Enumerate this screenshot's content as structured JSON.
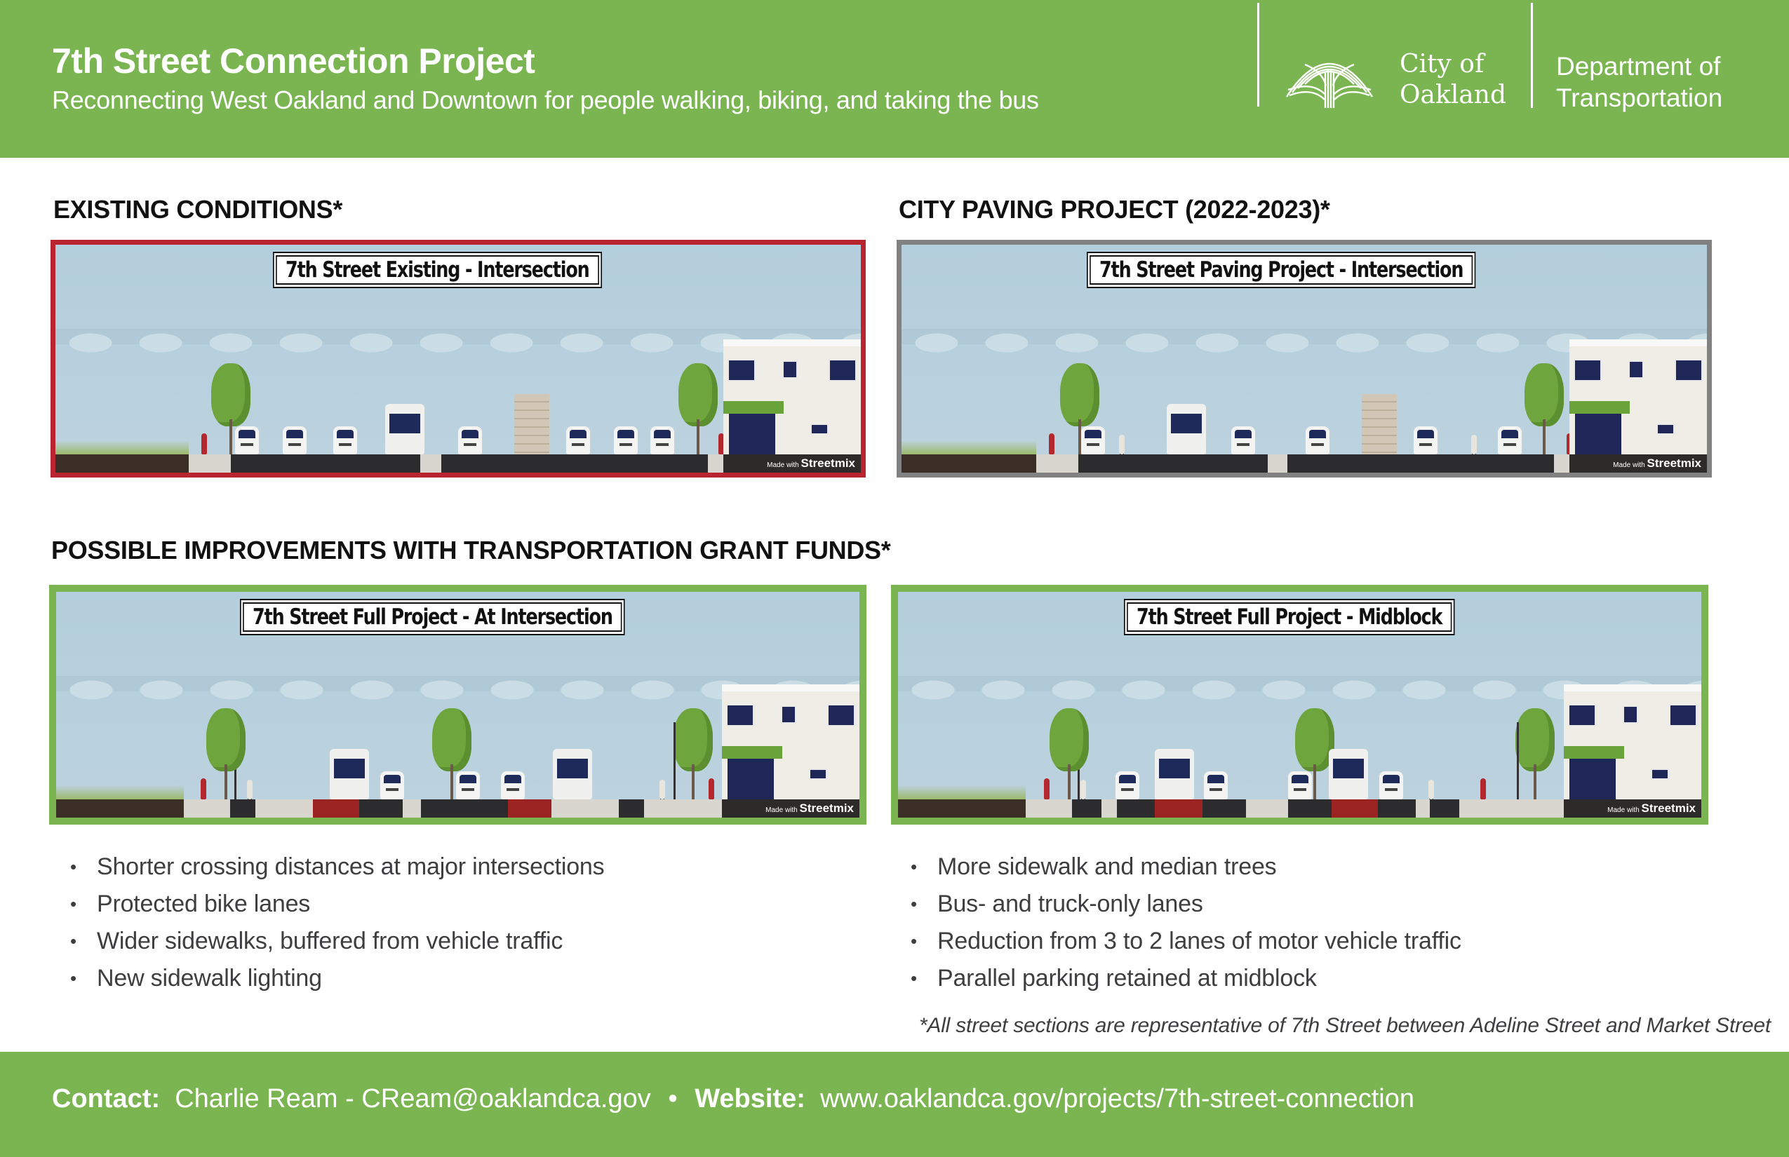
{
  "header": {
    "title": "7th Street Connection Project",
    "subtitle": "Reconnecting West Oakland and Downtown for people walking, biking, and taking the bus",
    "logo_icon": "oak-tree-logo-icon",
    "city_line1": "City of",
    "city_line2": "Oakland",
    "dept_line1": "Department of",
    "dept_line2": "Transportation",
    "color": "#7ab552"
  },
  "sections": {
    "existing_heading": "EXISTING CONDITIONS*",
    "paving_heading": "CITY PAVING PROJECT (2022-2023)*",
    "improvements_heading": "POSSIBLE IMPROVEMENTS WITH TRANSPORTATION GRANT FUNDS*"
  },
  "panels": {
    "existing": {
      "sign": "7th Street Existing - Intersection",
      "border_color": "#b9252e"
    },
    "paving": {
      "sign": "7th Street Paving Project - Intersection",
      "border_color": "#818181"
    },
    "full_intersection": {
      "sign": "7th Street Full Project - At Intersection",
      "border_color": "#7ab552"
    },
    "full_midblock": {
      "sign": "7th Street Full Project - Midblock",
      "border_color": "#7ab552"
    },
    "watermark_prefix": "Made with",
    "watermark_brand": "Streetmix"
  },
  "bullets_left": [
    "Shorter crossing distances at major intersections",
    "Protected bike lanes",
    "Wider sidewalks, buffered from vehicle traffic",
    "New sidewalk lighting"
  ],
  "bullets_right": [
    "More sidewalk and median trees",
    "Bus- and truck-only lanes",
    "Reduction from 3 to 2 lanes of motor vehicle traffic",
    "Parallel parking retained at midblock"
  ],
  "bullet_glyph": "•",
  "footnote": "*All street sections are representative of 7th Street between Adeline Street and Market Street",
  "footer": {
    "contact_label": "Contact",
    "contact_value": "Charlie Ream - CReam@oaklandca.gov",
    "separator": "•",
    "website_label": "Website",
    "website_value": "www.oaklandca.gov/projects/7th-street-connection",
    "colon": ":"
  }
}
